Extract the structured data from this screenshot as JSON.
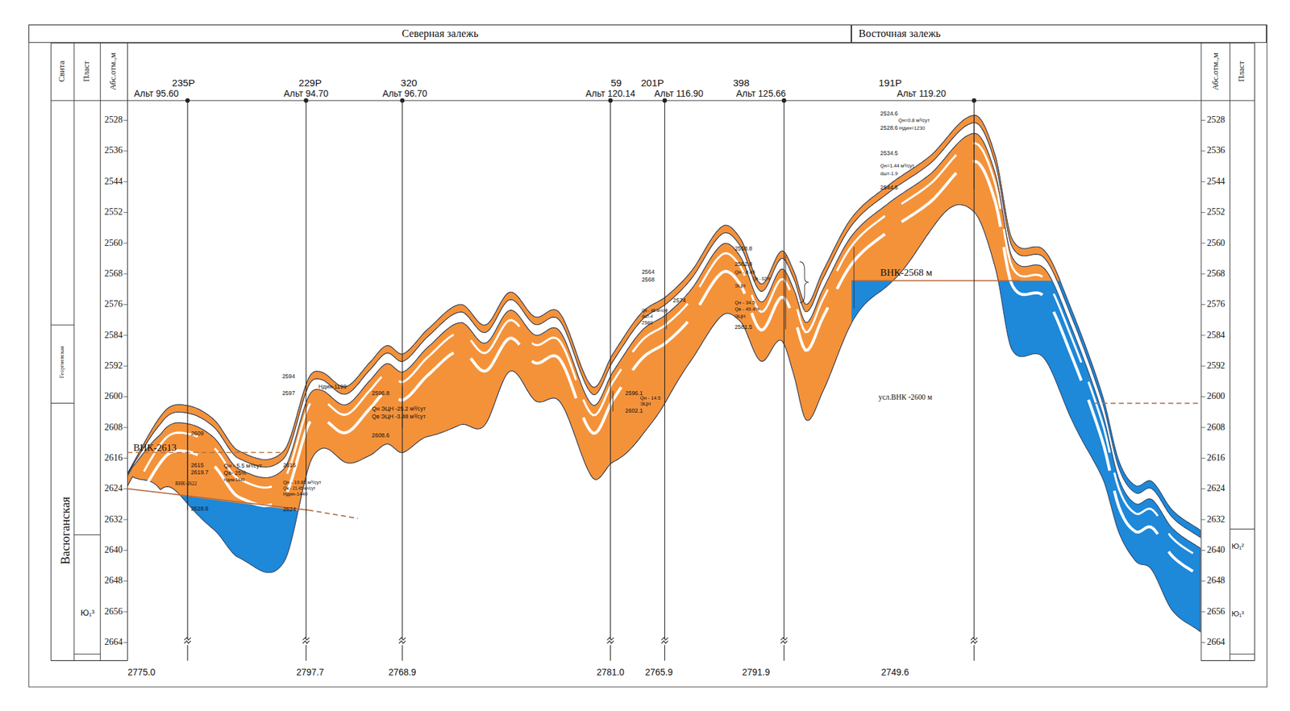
{
  "diagram": {
    "nodes": [
      {
        "text": [
          "Северная залежь"
        ]
      },
      {
        "text": [
          "Восточная залежь"
        ]
      }
    ],
    "labels": [
      "Свита",
      "Пласт",
      "Абс.отм.,м",
      "Абс.отм.,м",
      "Пласт",
      "Георгиевская",
      "Васюганская",
      "Ю₁³",
      "Ю₁²",
      "Ю₁³",
      "235Р",
      "Альт 95.60",
      "229Р",
      "Альт 94.70",
      "320",
      "Альт 96.70",
      "59",
      "Альт 120.14",
      "201Р",
      "Альт 116.90",
      "398",
      "Альт 125.66",
      "191Р",
      "Альт 119.20",
      "2775.0",
      "2797.7",
      "2768.9",
      "2781.0",
      "2765.9",
      "2791.9",
      "2749.6",
      "ВНК-2613",
      "ВНК-2622",
      "ВНК-2568 м",
      "усл.ВНК -2600 м",
      "2609",
      "2615",
      "2619.7",
      "Qн - 5.5 м³/сут",
      "Qв- 25%",
      "Нднм-1440",
      "2628.6",
      "2594",
      "2597",
      "Ндин-1199",
      "2616",
      "Qн - 19.85 м³/сут",
      "Qж - 21.45 м³/сут",
      "Ндин-1440",
      "2624",
      "2596.8",
      "Qн ЭЦН -25.2 м³/сут",
      "Qв ЭЦН -3.48 м³/сут",
      "2608.6",
      "2596.1",
      "2602.1",
      "Qн - 14.5",
      "ЭЦН",
      "2564",
      "2568",
      "Qн - 48 м³/сут",
      "dшт-4",
      "2580",
      "2574",
      "2558.8",
      "2562.8",
      "Qн - 8.45",
      "Qв - 62%",
      "ЭЦН",
      "Qн - 34.5",
      "Qв - 49.4%",
      "ЭЦН",
      "2581.5",
      "2524.6",
      "Qн=0.8 м³/сут",
      "2528.6",
      "Ндин=1230",
      "2534.5",
      "Qн=1.44 м³/сут",
      "dшт-1.9",
      "2544.5",
      "2528",
      "2536",
      "2544",
      "2552",
      "2560",
      "2568",
      "2576",
      "2584",
      "2592",
      "2600",
      "2608",
      "2616",
      "2624",
      "2632",
      "2640",
      "2648",
      "2656",
      "2664",
      "2528",
      "2536",
      "2544",
      "2552",
      "2560",
      "2568",
      "2576",
      "2584",
      "2592",
      "2600",
      "2608",
      "2616",
      "2624",
      "2632",
      "2640",
      "2648",
      "2656",
      "2664"
    ]
  }
}
